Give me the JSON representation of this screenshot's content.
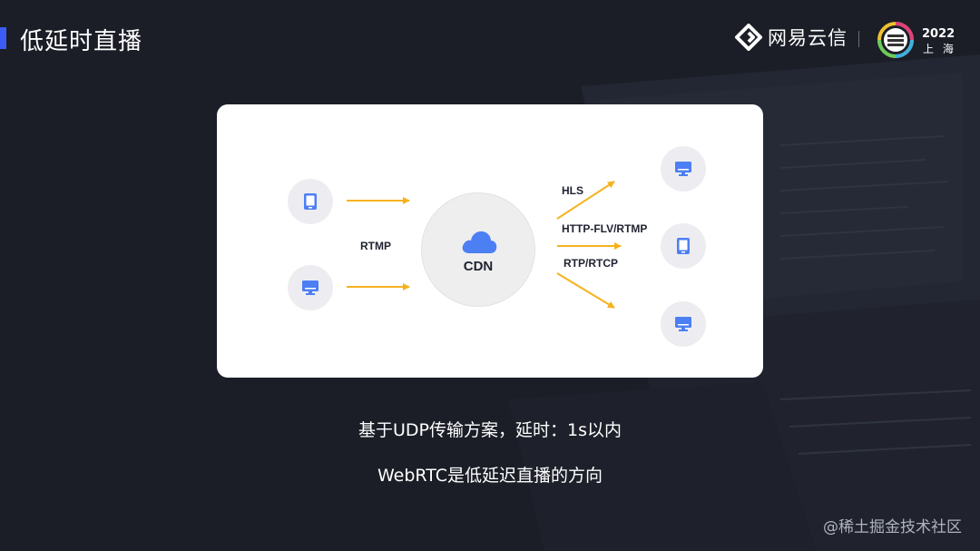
{
  "slide": {
    "title": "低延时直播",
    "accent_color": "#3d5cf5",
    "background_color": "#1b1e27"
  },
  "header": {
    "brand_name": "网易云信",
    "event_year": "2022",
    "event_city": "上 海"
  },
  "diagram": {
    "ingest_protocol": "RTMP",
    "center_label": "CDN",
    "egress_protocols": [
      "HLS",
      "HTTP-FLV/RTMP",
      "RTP/RTCP"
    ],
    "arrow_color": "#f5b21f",
    "icon_color": "#4d7ff4",
    "sources": [
      {
        "icon": "phone-icon"
      },
      {
        "icon": "monitor-icon"
      }
    ],
    "targets": [
      {
        "icon": "monitor-icon"
      },
      {
        "icon": "phone-icon"
      },
      {
        "icon": "monitor-icon"
      }
    ]
  },
  "captions": {
    "line1": "基于UDP传输方案，延时：1s以内",
    "line2": "WebRTC是低延迟直播的方向"
  },
  "watermark": "@稀土掘金技术社区"
}
